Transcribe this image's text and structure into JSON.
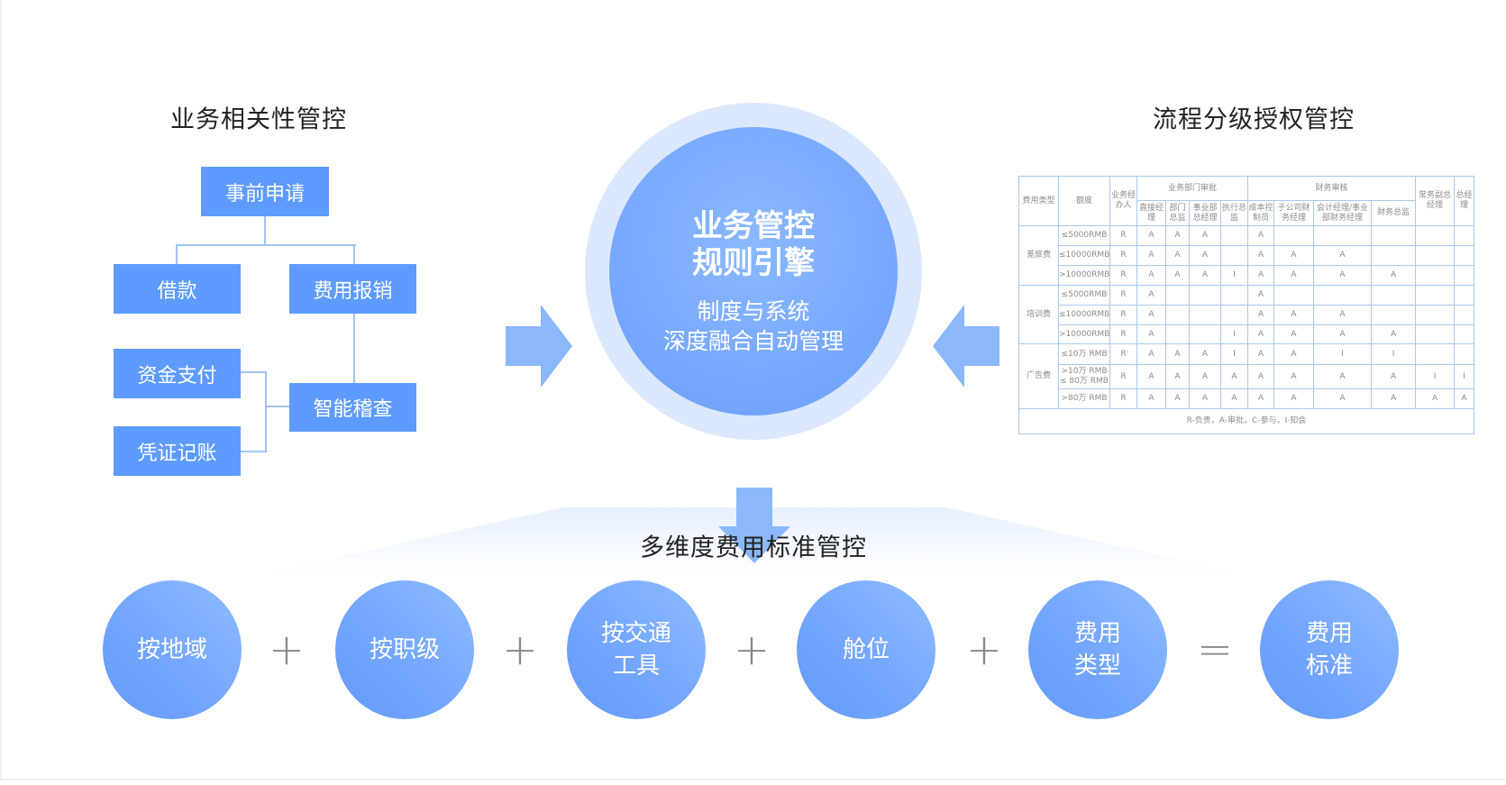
{
  "left_panel": {
    "title": "业务相关性管控",
    "nodes": {
      "pre_apply": "事前申请",
      "loan": "借款",
      "expense_claim": "费用报销",
      "fund_payment": "资金支付",
      "smart_audit": "智能稽查",
      "voucher_booking": "凭证记账"
    }
  },
  "center": {
    "title_line1": "业务管控",
    "title_line2": "规则引擎",
    "sub_line1": "制度与系统",
    "sub_line2": "深度融合自动管理"
  },
  "right_panel": {
    "title": "流程分级授权管控",
    "table": {
      "headers": {
        "expense_type": "费用类型",
        "amount": "额度",
        "handler": "业务经办人",
        "dept_group": "业务部门审批",
        "finance_group": "财务审核",
        "exec_vp": "常务副总经理",
        "gm": "总经理",
        "dept_cols": [
          "直接经理",
          "部门总监",
          "事业部总经理",
          "执行总监"
        ],
        "finance_cols": [
          "成本控制员",
          "子公司财务经理",
          "会计经理/事业部财务经理",
          "财务总监"
        ]
      },
      "groups": [
        {
          "type": "差旅费",
          "rows": [
            {
              "amount": "≤5000RMB",
              "cells": [
                "R",
                "A",
                "A",
                "A",
                "",
                "A",
                "",
                "",
                "",
                "",
                ""
              ]
            },
            {
              "amount": "≤10000RMB",
              "cells": [
                "R",
                "A",
                "A",
                "A",
                "",
                "A",
                "A",
                "A",
                "",
                "",
                ""
              ]
            },
            {
              "amount": ">10000RMB",
              "cells": [
                "R",
                "A",
                "A",
                "A",
                "I",
                "A",
                "A",
                "A",
                "A",
                "",
                ""
              ]
            }
          ]
        },
        {
          "type": "培训费",
          "rows": [
            {
              "amount": "≤5000RMB",
              "cells": [
                "R",
                "A",
                "",
                "",
                "",
                "A",
                "",
                "",
                "",
                "",
                ""
              ]
            },
            {
              "amount": "≤10000RMB",
              "cells": [
                "R",
                "A",
                "",
                "",
                "",
                "A",
                "A",
                "A",
                "",
                "",
                ""
              ]
            },
            {
              "amount": ">10000RMB",
              "cells": [
                "R",
                "A",
                "",
                "",
                "I",
                "A",
                "A",
                "A",
                "A",
                "",
                ""
              ]
            }
          ]
        },
        {
          "type": "广告费",
          "rows": [
            {
              "amount": "≤10万 RMB",
              "cells": [
                "R",
                "A",
                "A",
                "A",
                "I",
                "A",
                "A",
                "I",
                "I",
                "",
                ""
              ]
            },
            {
              "amount": ">10万 RMB ≤ 80万 RMB",
              "cells": [
                "R",
                "A",
                "A",
                "A",
                "A",
                "A",
                "A",
                "A",
                "A",
                "I",
                "I"
              ]
            },
            {
              "amount": ">80万 RMB",
              "cells": [
                "R",
                "A",
                "A",
                "A",
                "A",
                "A",
                "A",
                "A",
                "A",
                "A",
                "A"
              ]
            }
          ]
        }
      ],
      "legend": "R-负责，A-审批，C-参与，I-知会"
    }
  },
  "bottom": {
    "title": "多维度费用标准管控",
    "factors": [
      {
        "line1": "按地域",
        "line2": ""
      },
      {
        "line1": "按职级",
        "line2": ""
      },
      {
        "line1": "按交通",
        "line2": "工具"
      },
      {
        "line1": "舱位",
        "line2": ""
      },
      {
        "line1": "费用",
        "line2": "类型"
      }
    ],
    "result": {
      "line1": "费用",
      "line2": "标准"
    },
    "operators": [
      "+",
      "+",
      "+",
      "+",
      "="
    ]
  },
  "colors": {
    "box": "#5e9bff",
    "connector": "#a3c2f2",
    "arrow": "#8ab8fb",
    "ring": "#dbe8fd",
    "table_border": "#a9c8ef"
  }
}
